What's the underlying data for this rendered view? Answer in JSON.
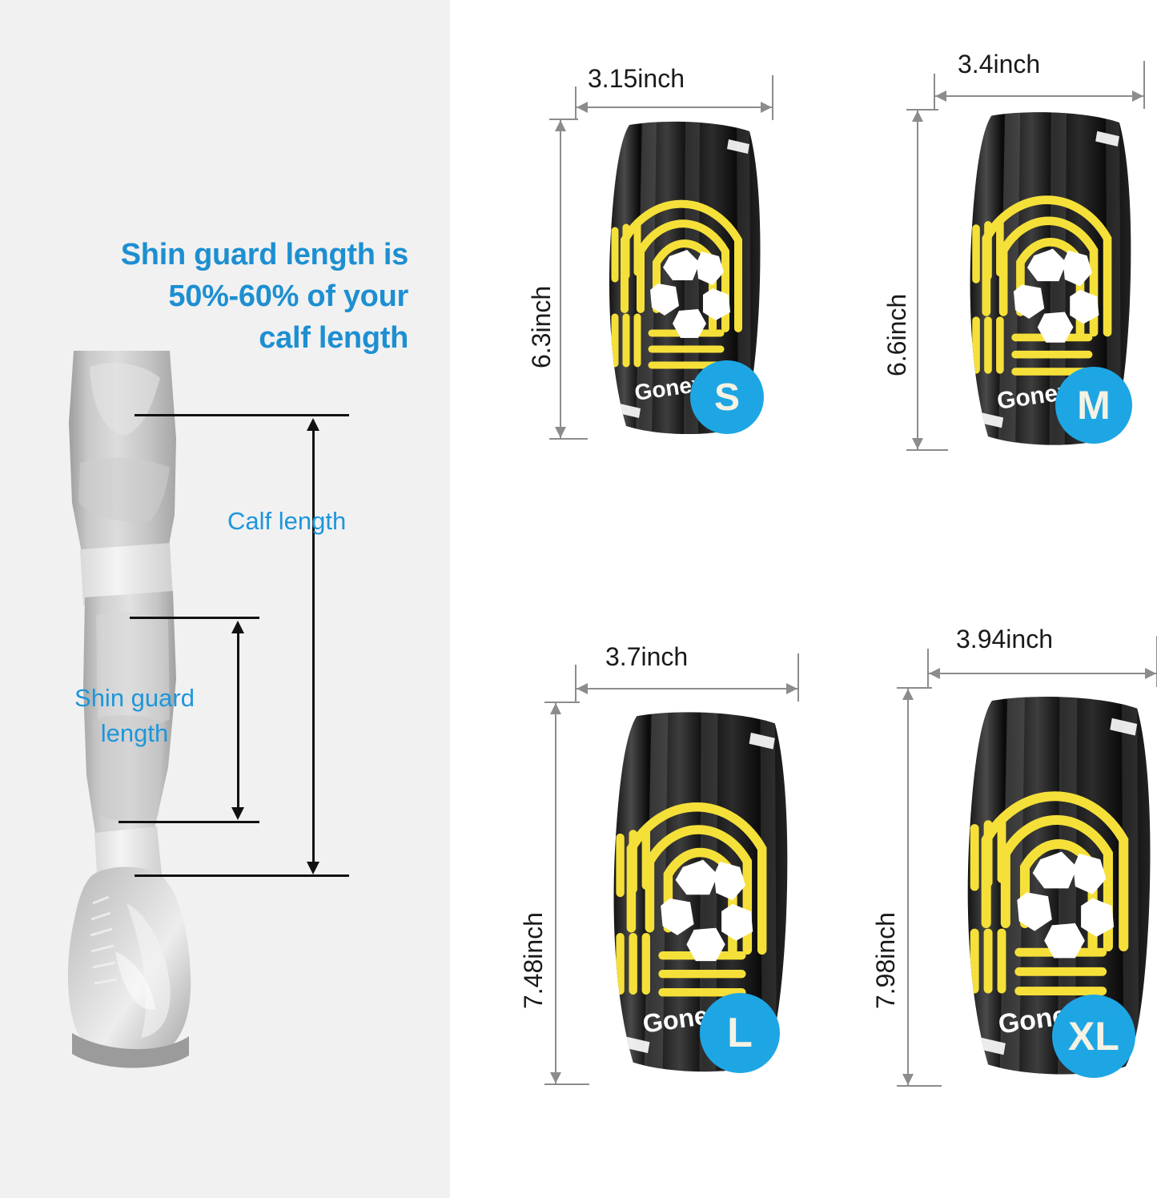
{
  "headline": {
    "line1": "Shin guard length is",
    "line2": "50%-60% of your",
    "line3": "calf length",
    "color": "#1d8fd1"
  },
  "leg_diagram": {
    "calf_label": "Calf length",
    "shin_label_line1": "Shin guard",
    "shin_label_line2": "length",
    "label_color": "#1d96db",
    "leader_line_color": "#111111"
  },
  "brand": "Gonex",
  "badge_color": "#1ea6e4",
  "badge_text_color": "#f5f2e4",
  "dimension_color": "#8c8c8c",
  "guards": [
    {
      "size": "S",
      "width": "3.15inch",
      "height": "6.3inch",
      "brand": "Gonex"
    },
    {
      "size": "M",
      "width": "3.4inch",
      "height": "6.6inch",
      "brand": "Gonex"
    },
    {
      "size": "L",
      "width": "3.7inch",
      "height": "7.48inch",
      "brand": "Gonex"
    },
    {
      "size": "XL",
      "width": "3.94inch",
      "height": "7.98inch",
      "brand": "Gonex"
    }
  ]
}
